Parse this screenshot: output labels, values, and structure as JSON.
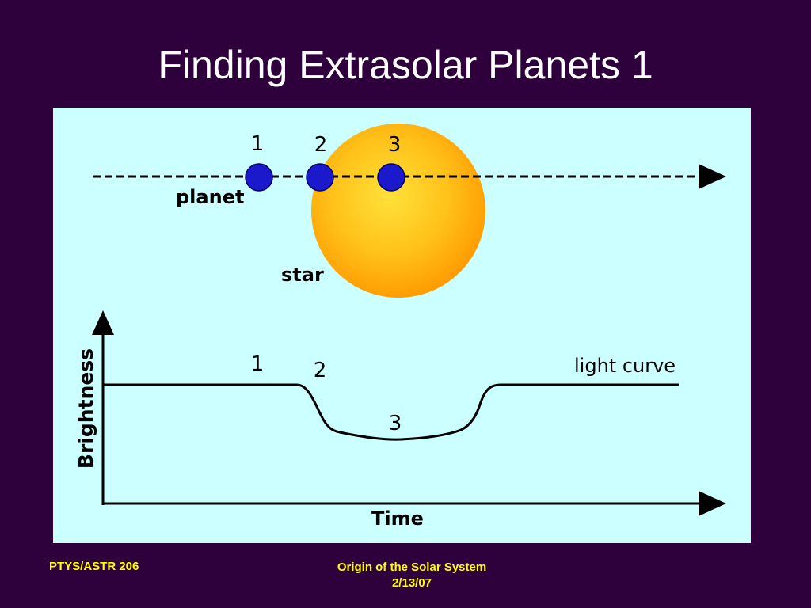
{
  "slide": {
    "title": "Finding Extrasolar Planets 1"
  },
  "diagram": {
    "orbit": {
      "positions": [
        "1",
        "2",
        "3"
      ],
      "planet_label": "planet",
      "star_label": "star"
    },
    "light_curve": {
      "points": [
        "1",
        "2",
        "3"
      ],
      "curve_label": "light curve",
      "y_axis_label": "Brightness",
      "x_axis_label": "Time"
    },
    "colors": {
      "background": "#ccffff",
      "star": "#ffb000",
      "planet": "#1a1acc"
    }
  },
  "footer": {
    "course": "PTYS/ASTR 206",
    "topic": "Origin of the Solar System",
    "date": "2/13/07"
  }
}
